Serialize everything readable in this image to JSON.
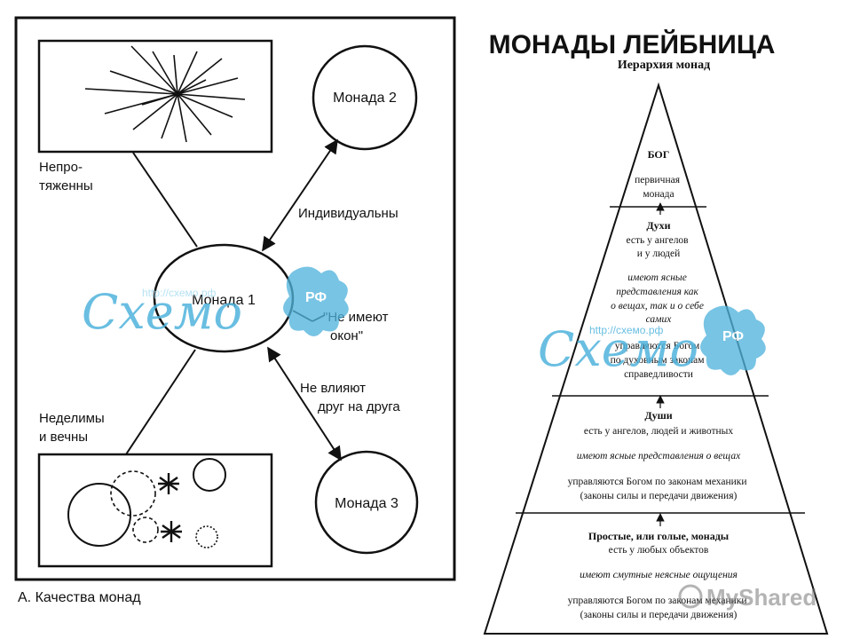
{
  "page_title": "МОНАДЫ ЛЕЙБНИЦА",
  "left_panel": {
    "caption": "А.   Качества монад",
    "monad1": "Монада 1",
    "monad2": "Монада 2",
    "monad3": "Монада 3",
    "label_extension": [
      "Непро-",
      "тяженны"
    ],
    "label_individual": "Индивидуальны",
    "label_windows": [
      "\"Не имеют",
      "окон\""
    ],
    "label_no_influence": [
      "Не влияют",
      "друг на друга"
    ],
    "label_indivisible": [
      "Неделимы",
      "и вечны"
    ]
  },
  "pyramid": {
    "title": "Иерархия монад",
    "god": {
      "name": "БОГ",
      "lines": [
        "первичная",
        "монада"
      ]
    },
    "spirits": {
      "name": "Духи",
      "lines_plain": [
        "есть у ангелов",
        "и у людей"
      ],
      "lines_italic": [
        "имеют ясные",
        "представления как",
        "о вещах, так и о себе",
        "самих"
      ],
      "lines_plain2": [
        "управляются Богом",
        "по духовным законам",
        "справедливости"
      ]
    },
    "souls": {
      "name": "Души",
      "line1": "есть у ангелов, людей и животных",
      "line2": "имеют ясные представления о вещах",
      "line3": [
        "управляются Богом по законам механики",
        "(законы силы и передачи движения)"
      ]
    },
    "simple": {
      "name": "Простые, или голые, монады",
      "line1": "есть у любых объектов",
      "line2": "имеют смутные неясные ощущения",
      "line3": [
        "управляются Богом по законам механики",
        "(законы силы и передачи движения)"
      ]
    }
  },
  "watermarks": {
    "brand": "Схемо",
    "badge": "РФ",
    "url": "http://схемо.рф",
    "site": "MyShared"
  },
  "colors": {
    "ink": "#111111",
    "watermark": "#4fb3dc",
    "watermark_light": "#a9dcf0"
  }
}
